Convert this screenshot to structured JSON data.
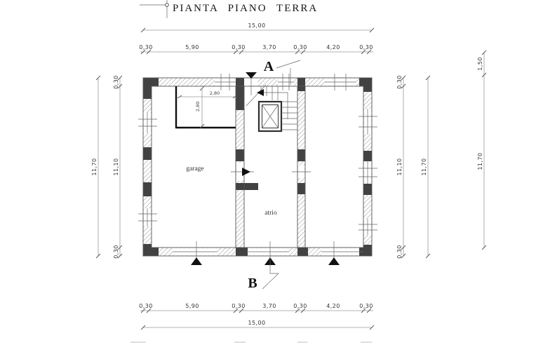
{
  "title": "PIANTA PIANO TERRA",
  "rooms": {
    "garage": "garage",
    "atrio": "atrio"
  },
  "sections": {
    "top": "A",
    "bottom": "B"
  },
  "dimensions": {
    "total_width": "15,00",
    "width_segments": [
      "0,30",
      "5,90",
      "0,30",
      "3,70",
      "0,30",
      "4,20",
      "0,30"
    ],
    "side_total": "11,70",
    "side_segments": [
      "0,30",
      "11,10",
      "0,30"
    ],
    "far_right_upper": "1,50",
    "far_right_total": "11,70",
    "closet_width": "2,80",
    "closet_depth": "2,80"
  },
  "colors": {
    "wall_dark": "#424242",
    "hatch": "#a8a8a8",
    "outline": "#555555",
    "dim_line": "#9a9a9a",
    "text": "#2b2b2b"
  }
}
